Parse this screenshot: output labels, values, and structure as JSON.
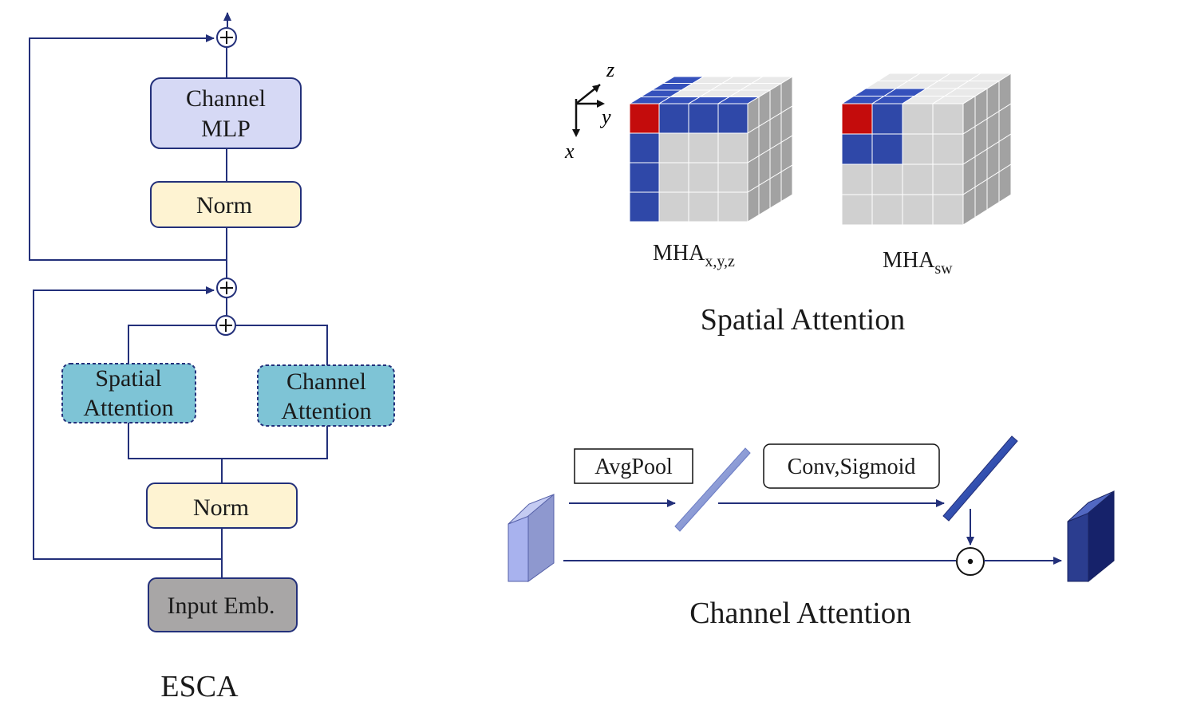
{
  "esca": {
    "caption": "ESCA",
    "channel_mlp": [
      "Channel",
      "MLP"
    ],
    "norm_top": "Norm",
    "spatial_attention": [
      "Spatial",
      "Attention"
    ],
    "channel_attention": [
      "Channel",
      "Attention"
    ],
    "norm_bottom": "Norm",
    "input_emb": "Input Emb."
  },
  "spatial": {
    "caption": "Spatial Attention",
    "axes": {
      "z": "z",
      "y": "y",
      "x": "x"
    },
    "cube1_label": {
      "main": "MHA",
      "sub": "x,y,z"
    },
    "cube2_label": {
      "main": "MHA",
      "sub": "sw"
    }
  },
  "channel": {
    "caption": "Channel Attention",
    "avgpool": "AvgPool",
    "conv_sigmoid": "Conv,Sigmoid",
    "op_symbol": "⊙"
  },
  "colors": {
    "line": "#23307a",
    "blue_cube": "#2f48a8",
    "red_cube": "#c40c0c",
    "grey_cube": "#d0d0d0",
    "mlp_fill": "#d6d9f5",
    "norm_fill": "#fef3d2",
    "attn_fill": "#7ec4d6",
    "input_fill": "#a8a6a6"
  }
}
